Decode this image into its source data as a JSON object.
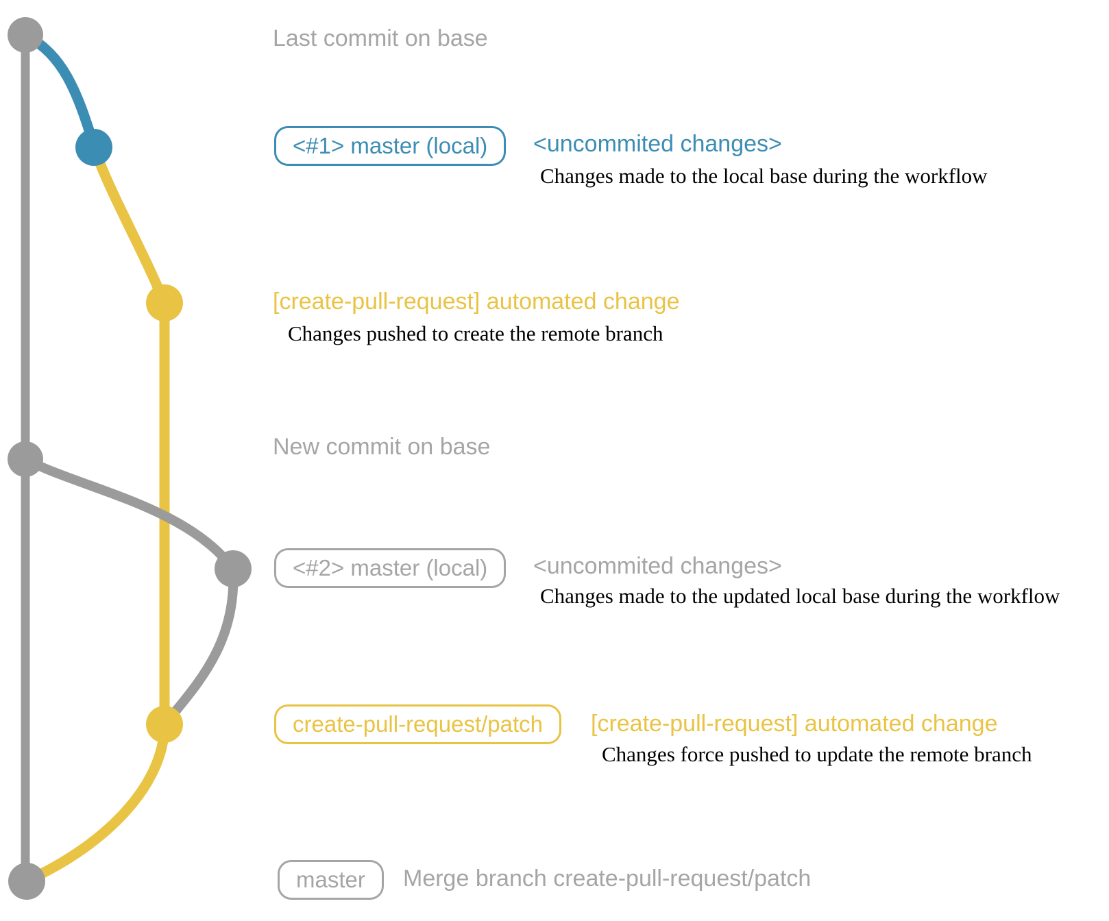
{
  "colors": {
    "gray": "#9b9b9b",
    "gray_text": "#a5a5a5",
    "blue": "#3c8db4",
    "yellow": "#e9c344",
    "description_text": "#000000",
    "background": "#ffffff"
  },
  "graph": {
    "nodes": [
      {
        "color": "gray",
        "label": "Last commit on base"
      },
      {
        "color": "blue",
        "label": "<#1> master (local)"
      },
      {
        "color": "yellow",
        "label": "[create-pull-request] automated change"
      },
      {
        "color": "gray",
        "label": "New commit on base"
      },
      {
        "color": "gray",
        "label": "<#2> master (local)"
      },
      {
        "color": "yellow",
        "label": "create-pull-request/patch"
      },
      {
        "color": "gray",
        "label": "master"
      }
    ]
  },
  "rows": [
    {
      "annotation": "Last commit on base"
    },
    {
      "badge": "<#1> master (local)",
      "message": "<uncommited changes>",
      "description": "Changes made to the local base during the workflow"
    },
    {
      "message": "[create-pull-request] automated change",
      "description": "Changes pushed to create the remote branch"
    },
    {
      "annotation": "New commit on base"
    },
    {
      "badge": "<#2> master (local)",
      "message": "<uncommited changes>",
      "description": "Changes made to the updated local base during the workflow"
    },
    {
      "badge": "create-pull-request/patch",
      "message": "[create-pull-request] automated change",
      "description": "Changes force pushed to update the remote branch"
    },
    {
      "badge": "master",
      "message": "Merge branch create-pull-request/patch"
    }
  ]
}
